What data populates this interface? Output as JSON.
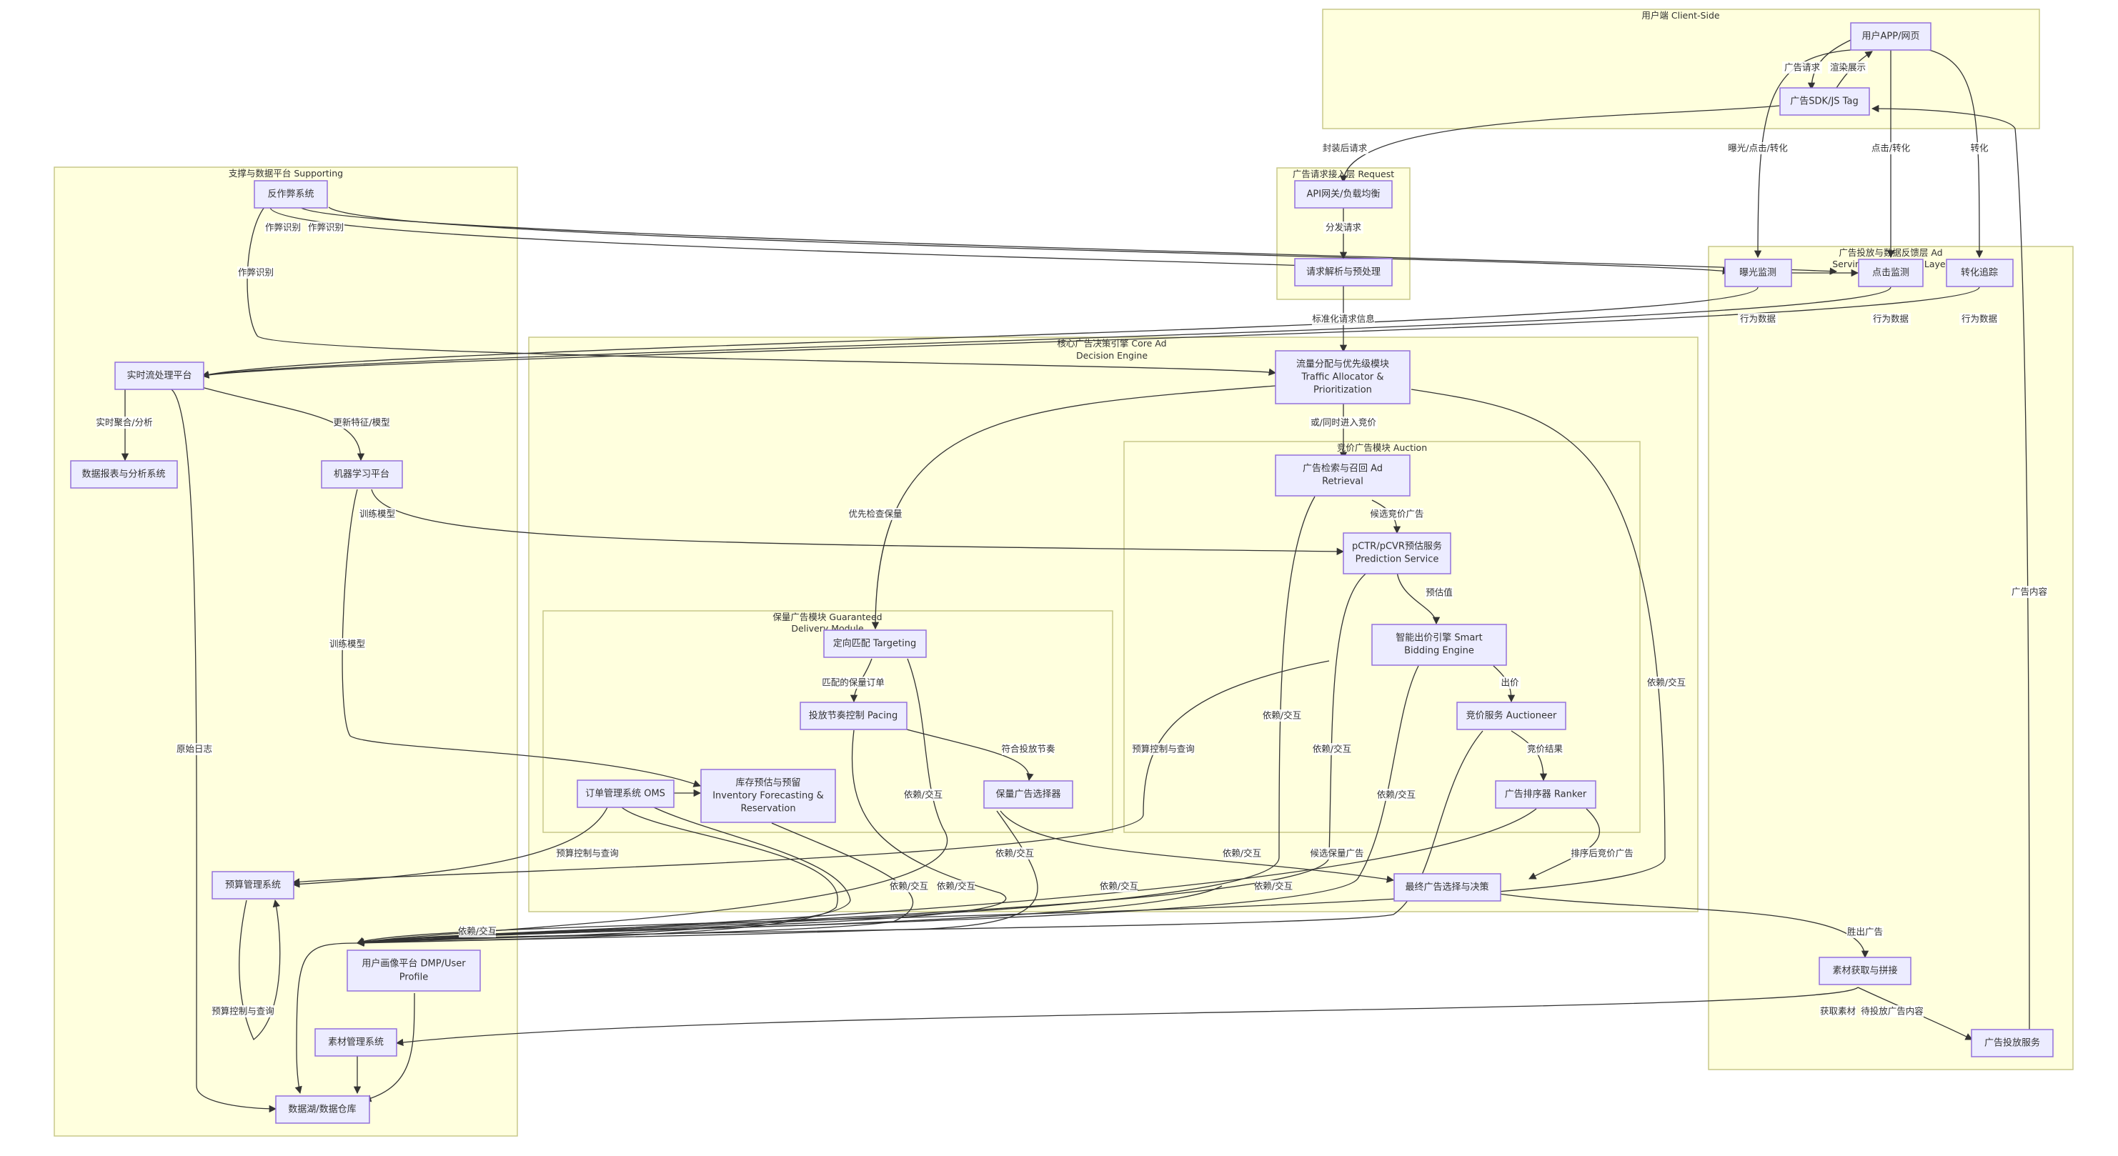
{
  "clusters": {
    "client": "用户端 Client-Side",
    "request": "广告请求接入层 Request",
    "supporting": "支撑与数据平台 Supporting",
    "serving_l1": "广告投放与数据反馈层 Ad",
    "serving_l2": "Serving & Feedback Layer",
    "core_l1": "核心广告决策引擎 Core Ad",
    "core_l2": "Decision Engine",
    "auction": "竞价广告模块 Auction",
    "guaranteed_l1": "保量广告模块 Guaranteed",
    "guaranteed_l2": "Delivery Module"
  },
  "nodes": {
    "user_app": "用户APP/网页",
    "sdk": "广告SDK/JS Tag",
    "api_gw": "API网关/负载均衡",
    "req_parse": "请求解析与预处理",
    "anti_fraud": "反作弊系统",
    "rt_stream": "实时流处理平台",
    "reporting": "数据报表与分析系统",
    "ml_platform": "机器学习平台",
    "budget": "预算管理系统",
    "dmp_l1": "用户画像平台 DMP/User",
    "dmp_l2": "Profile",
    "creative_mgmt": "素材管理系统",
    "datalake": "数据湖/数据仓库",
    "oms": "订单管理系统 OMS",
    "traffic_l1": "流量分配与优先级模块",
    "traffic_l2": "Traffic Allocator &",
    "traffic_l3": "Prioritization",
    "retrieval_l1": "广告检索与召回 Ad",
    "retrieval_l2": "Retrieval",
    "pctr_l1": "pCTR/pCVR预估服务",
    "pctr_l2": "Prediction Service",
    "bidding_l1": "智能出价引擎 Smart",
    "bidding_l2": "Bidding Engine",
    "auctioneer": "竞价服务 Auctioneer",
    "ranker": "广告排序器 Ranker",
    "targeting": "定向匹配 Targeting",
    "pacing": "投放节奏控制 Pacing",
    "gd_selector": "保量广告选择器",
    "inventory_l1": "库存预估与预留",
    "inventory_l2": "Inventory Forecasting &",
    "inventory_l3": "Reservation",
    "final_select": "最终广告选择与决策",
    "imp_track": "曝光监测",
    "click_track": "点击监测",
    "conv_track": "转化追踪",
    "creative_fetch": "素材获取与拼接",
    "ad_serving": "广告投放服务"
  },
  "edges": {
    "ad_request": "广告请求",
    "render": "渲染展示",
    "imp_click_conv": "曝光/点击/转化",
    "click_conv": "点击/转化",
    "conversion": "转化",
    "packaged_request": "封装后请求",
    "dispatch": "分发请求",
    "fraud_detect": "作弊识别",
    "std_request": "标准化请求信息",
    "behavior_data": "行为数据",
    "realtime_agg": "实时聚合/分析",
    "update_features": "更新特征/模型",
    "train_model": "训练模型",
    "raw_logs": "原始日志",
    "or_enter_bidding": "或/同时进入竞价",
    "priority_check": "优先检查保量",
    "candidate_bid_ads": "候选竞价广告",
    "predicted_value": "预估值",
    "bid": "出价",
    "auction_result": "竞价结果",
    "matched_orders": "匹配的保量订单",
    "meet_pacing": "符合投放节奏",
    "budget_query": "预算控制与查询",
    "depends": "依赖/交互",
    "candidate_gd_ads": "候选保量广告",
    "ranked_bid_ads": "排序后竞价广告",
    "winning_ad": "胜出广告",
    "fetch_creative": "获取素材",
    "to_serve": "待投放广告内容",
    "ad_content": "广告内容"
  }
}
